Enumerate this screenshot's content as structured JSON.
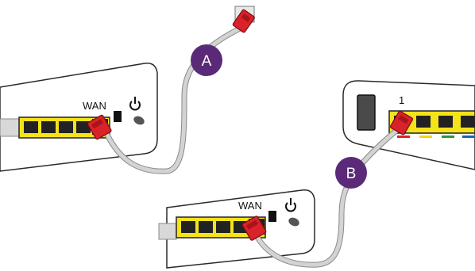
{
  "router_top": {
    "wan_label": "WAN",
    "power_icon": "power-icon",
    "lan_ports": 4
  },
  "router_bottom": {
    "wan_label": "WAN",
    "power_icon": "power-icon",
    "lan_ports": 4
  },
  "modem": {
    "port_label": "1",
    "indicator_colors": [
      "#e0202a",
      "#f2d21c",
      "#2a9a3a",
      "#1e5fb8"
    ]
  },
  "callouts": [
    {
      "id": "A",
      "label": "A",
      "color": "#5a2a78"
    },
    {
      "id": "B",
      "label": "B",
      "color": "#5a2a78"
    }
  ],
  "colors": {
    "port_panel": "#f4e21a",
    "cable_connector": "#d9222a",
    "cable": "#cfd0d0"
  }
}
